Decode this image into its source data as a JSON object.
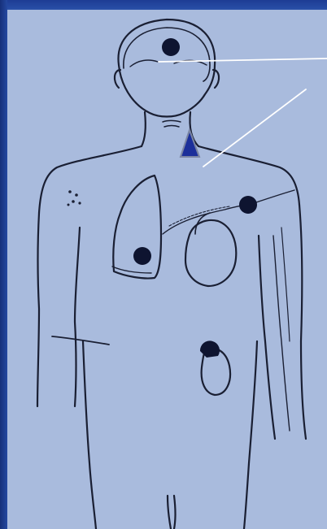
{
  "colors": {
    "background_frame": "#1e3a8c",
    "panel": "#a9bbdd",
    "outline": "#1a1f33",
    "marker": "#0e1430",
    "triangle_fill": "#1b2f9a",
    "triangle_stroke": "#7b86a3",
    "pointer_line": "#ffffff"
  },
  "markers": [
    {
      "name": "head-tumor-marker"
    },
    {
      "name": "shoulder-tumor-marker"
    },
    {
      "name": "lung-tumor-marker"
    },
    {
      "name": "kidney-tumor-marker"
    }
  ],
  "indicators": [
    {
      "name": "thyroid-triangle-marker",
      "shape": "triangle"
    }
  ],
  "pointer_lines": [
    {
      "name": "head-pointer-line"
    },
    {
      "name": "chest-pointer-line"
    }
  ]
}
